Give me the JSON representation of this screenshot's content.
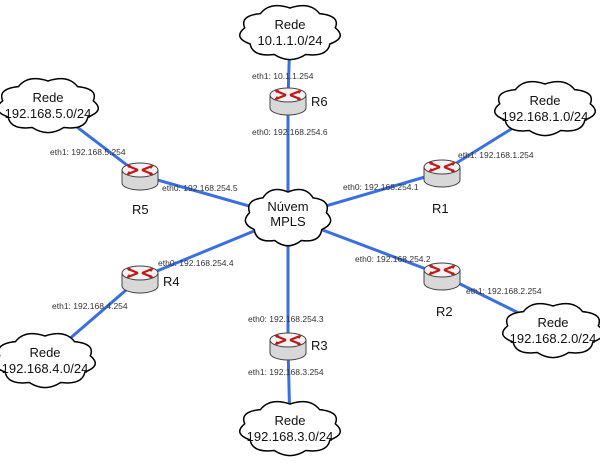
{
  "core": {
    "line1": "Núvem",
    "line2": "MPLS"
  },
  "colors": {
    "link": "#3a6fe0",
    "router_arrow": "#c01818"
  },
  "routers": [
    {
      "name": "R1",
      "eth0": "eth0: 192.168.254.1",
      "eth1": "eth1: 192.168.1.254",
      "net_title": "Rede",
      "net": "192.168.1.0/24"
    },
    {
      "name": "R2",
      "eth0": "eth0: 192.168.254.2",
      "eth1": "eth1: 192.168.2.254",
      "net_title": "Rede",
      "net": "192.168.2.0/24"
    },
    {
      "name": "R3",
      "eth0": "eth0: 192.168.254.3",
      "eth1": "eth1: 192.168.3.254",
      "net_title": "Rede",
      "net": "192.168.3.0/24"
    },
    {
      "name": "R4",
      "eth0": "eth0: 192.168.254.4",
      "eth1": "eth1: 192.168.4.254",
      "net_title": "Rede",
      "net": "192.168.4.0/24"
    },
    {
      "name": "R5",
      "eth0": "eth0: 192.168.254.5",
      "eth1": "eth1: 192.168.5.254",
      "net_title": "Rede",
      "net": "192.168.5.0/24"
    },
    {
      "name": "R6",
      "eth0": "eth0: 192.168.254.6",
      "eth1": "eth1: 10.1.1.254",
      "net_title": "Rede",
      "net": "10.1.1.0/24"
    }
  ]
}
